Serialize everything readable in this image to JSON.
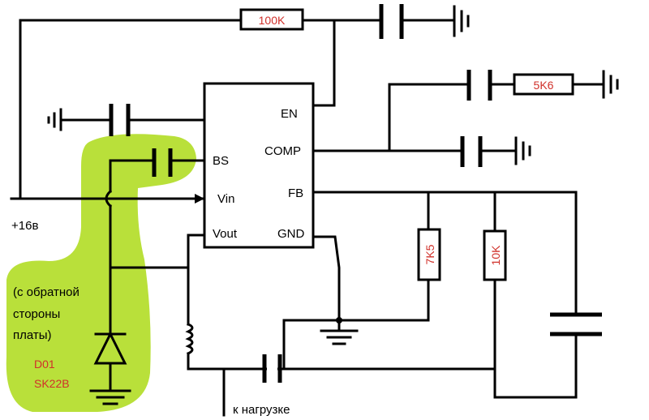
{
  "colors": {
    "highlight": "#b9e03a",
    "annotation": "#d0302a",
    "wire": "#000000"
  },
  "chip": {
    "pins_left": [
      "BS",
      "Vin",
      "Vout"
    ],
    "pins_right": [
      "EN",
      "COMP",
      "FB",
      "GND"
    ]
  },
  "resistors": {
    "top": "100K",
    "comp_network": "5K6",
    "fb_upper": "7K5",
    "fb_lower": "10K"
  },
  "supply_label": "+16в",
  "note": [
    "(с обратной",
    "стороны",
    "платы)"
  ],
  "diode": {
    "ref": "D01",
    "part": "SK22B"
  },
  "load_label": "к нагрузке"
}
